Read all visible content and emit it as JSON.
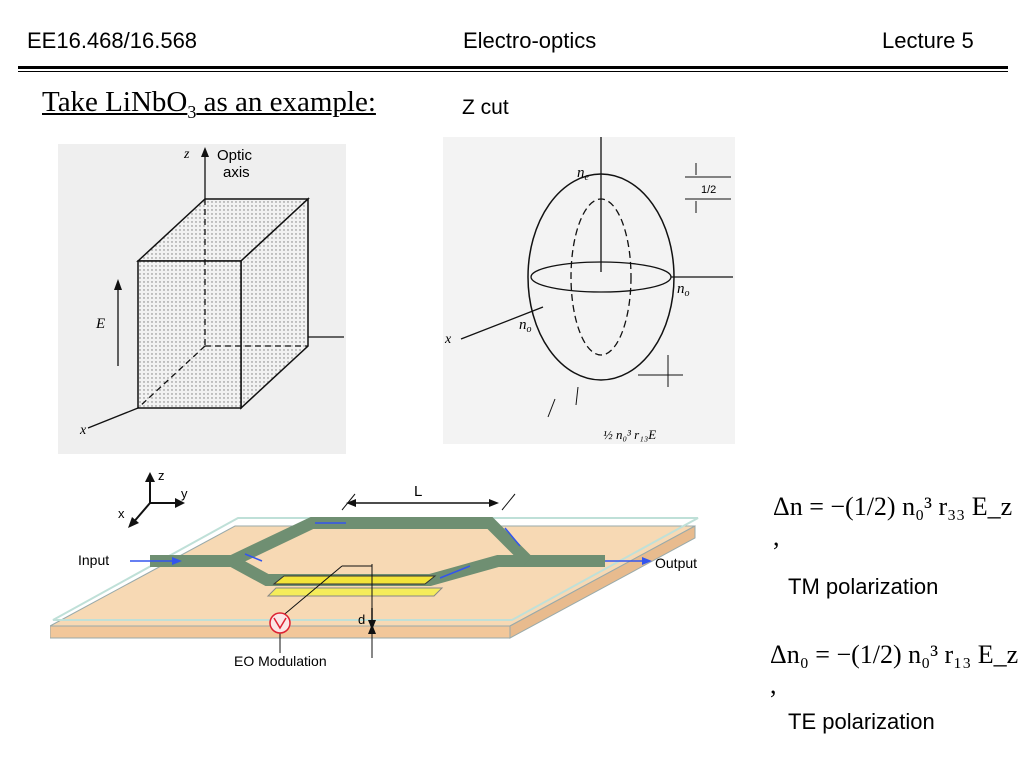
{
  "header": {
    "course": "EE16.468/16.568",
    "topic": "Electro-optics",
    "lecture": "Lecture 5"
  },
  "title": {
    "prefix": "Take LiNbO",
    "subscript": "3",
    "suffix": " as an example:"
  },
  "zcut_label": "Z cut",
  "crystal_figure": {
    "axis_z": "z",
    "optic_axis_line1": "Optic",
    "optic_axis_line2": "axis",
    "field_label": "E",
    "axis_x": "x"
  },
  "ellipsoid_figure": {
    "n_e": "n",
    "n_e_sub": "e",
    "n_o_right": "n",
    "n_o_right_sub": "o",
    "n_o_left": "n",
    "n_o_left_sub": "o",
    "axis_x": "x",
    "half_label": "1/2",
    "bottom_formula": "½ n₀³ r₁₃E"
  },
  "modulator_figure": {
    "axis_z": "z",
    "axis_x": "x",
    "axis_y": "y",
    "length_label": "L",
    "input_label": "Input",
    "output_label": "Output",
    "gap_label": "d",
    "modulation_label": "EO Modulation"
  },
  "equations": {
    "tm": "Δn = −(1/2) n₀³ r₃₃ E_z ,",
    "tm_caption": "TM polarization",
    "te": "Δn₀ = −(1/2) n₀³ r₁₃ E_z ,",
    "te_caption": "TE polarization"
  }
}
